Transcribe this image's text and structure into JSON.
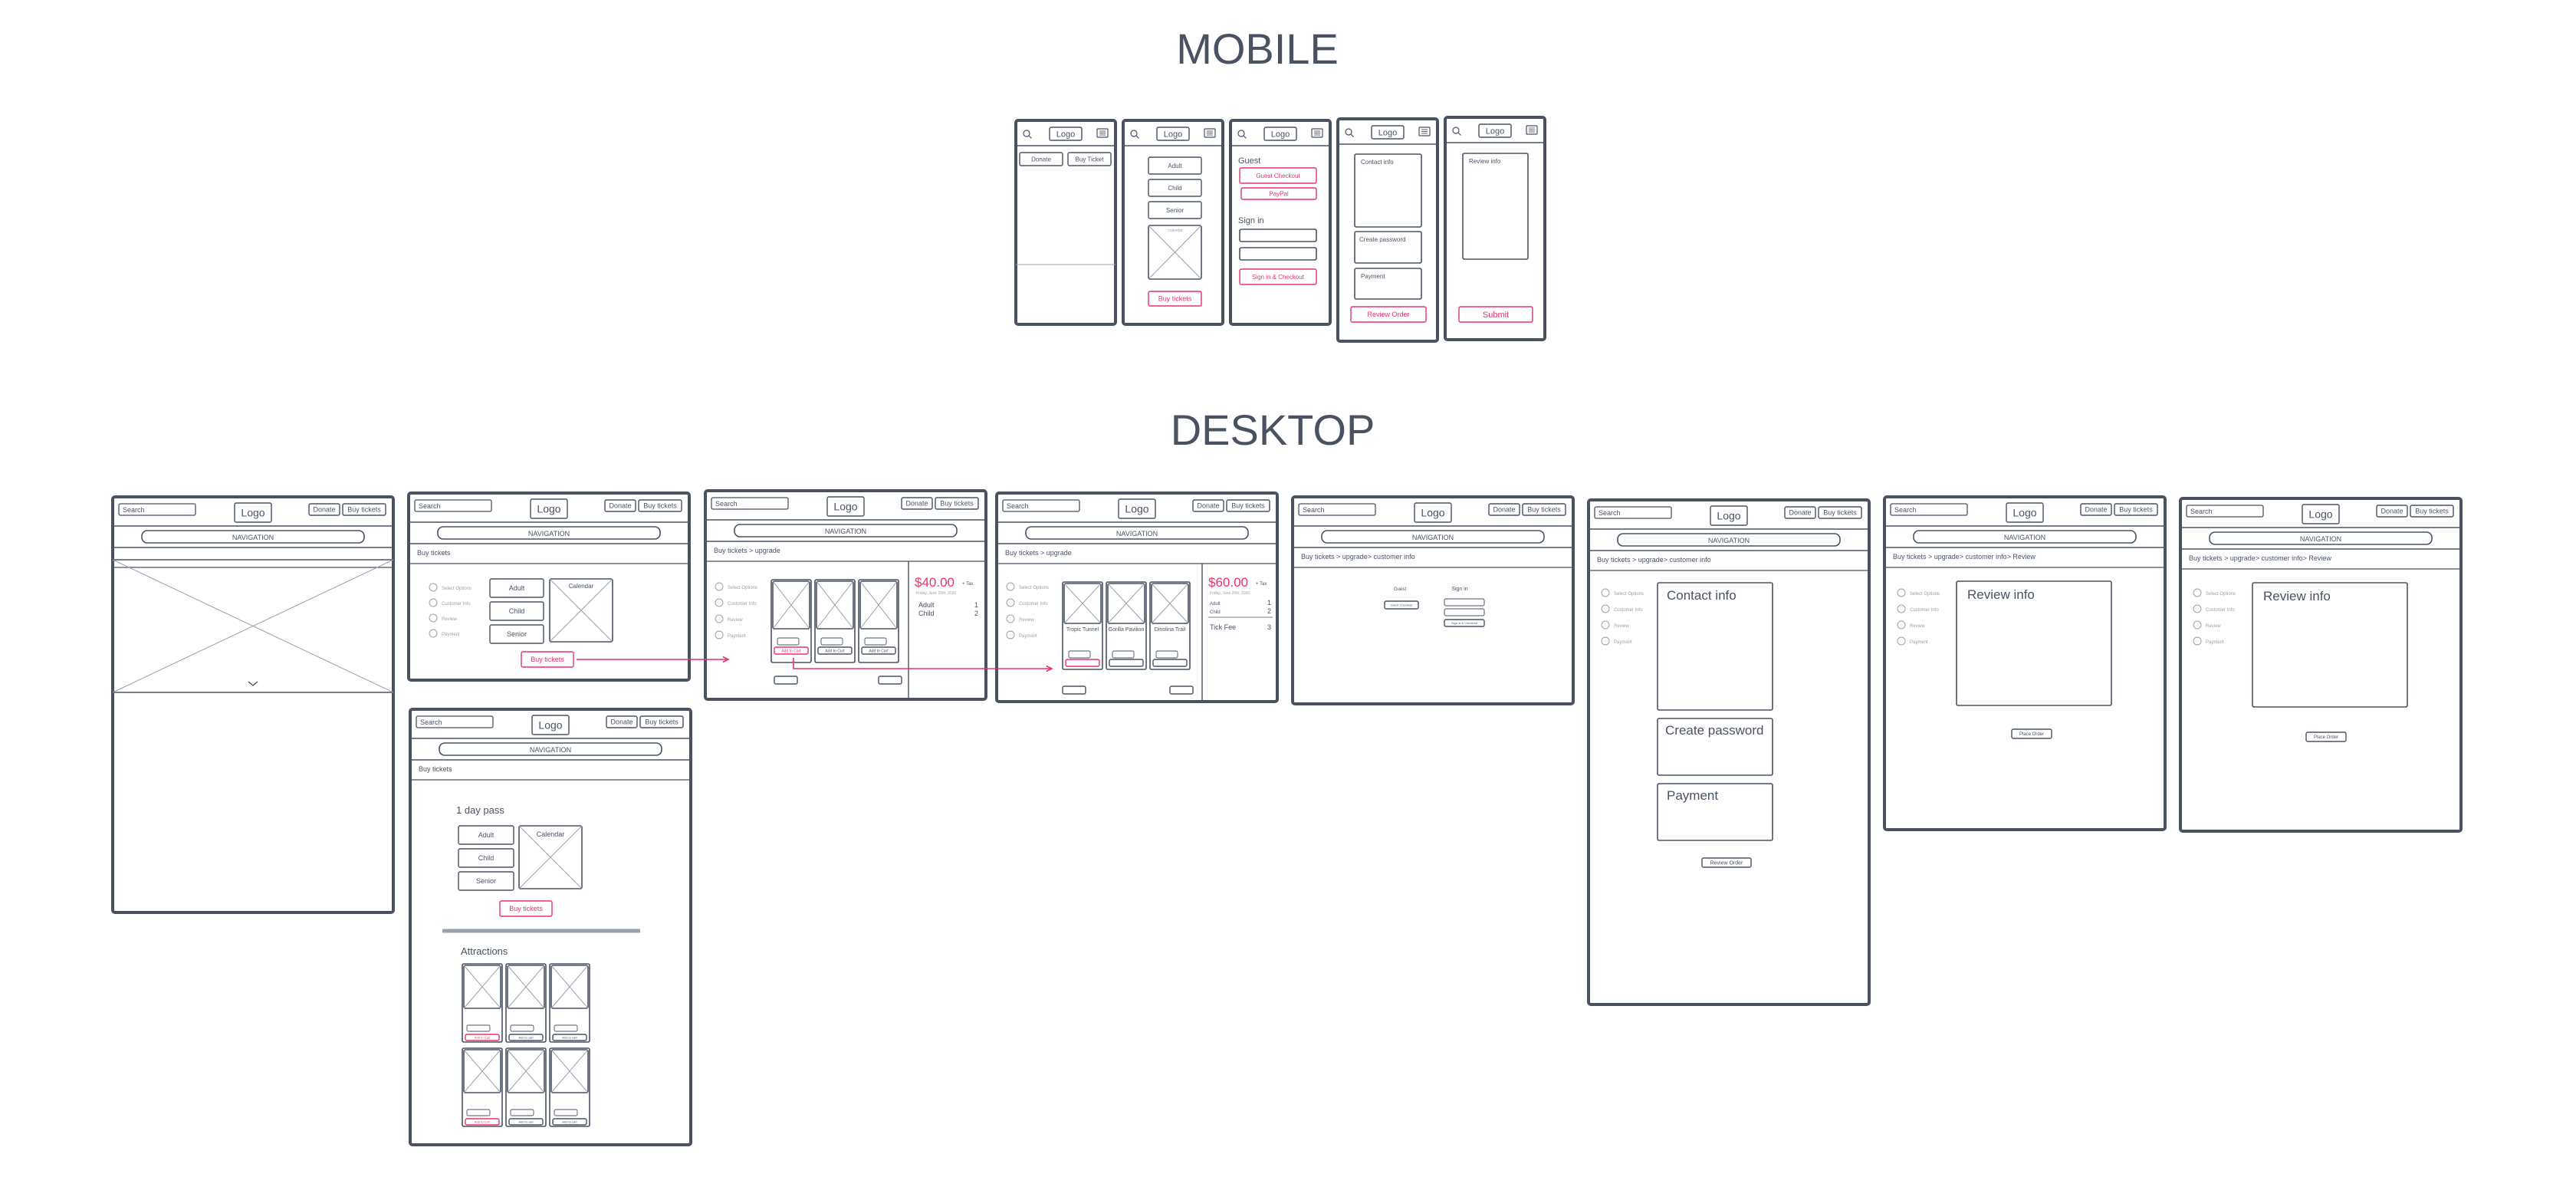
{
  "headings": {
    "mobile": "MOBILE",
    "desktop": "DESKTOP"
  },
  "common": {
    "logo": "Logo",
    "search": "Search",
    "donate": "Donate",
    "buy_tickets": "Buy tickets",
    "navigation": "NAVIGATION"
  },
  "mobile_screens": [
    {
      "id": "m1",
      "buttons": [
        "Donate",
        "Buy Ticket"
      ]
    },
    {
      "id": "m2",
      "options": [
        "Adult",
        "Child",
        "Senior"
      ],
      "calendar": "calendar",
      "cta": "Buy tickets"
    },
    {
      "id": "m3",
      "guest_label": "Guest",
      "guest_checkout": "Guest Checkout",
      "paypal": "PayPal",
      "signin_label": "Sign in",
      "signin_checkout": "Sign in & Checkout"
    },
    {
      "id": "m4",
      "panels": [
        "Contact info",
        "Create password",
        "Payment"
      ],
      "cta": "Review Order"
    },
    {
      "id": "m5",
      "panel": "Review info",
      "cta": "Submit"
    }
  ],
  "desktop_screens": [
    {
      "id": "d1",
      "breadcrumb": ""
    },
    {
      "id": "d2",
      "breadcrumb": "Buy tickets",
      "steps": [
        "Select Options",
        "Customer Info",
        "Review",
        "Payment"
      ],
      "options": [
        "Adult",
        "Child",
        "Senior"
      ],
      "calendar": "Calendar",
      "cta": "Buy tickets"
    },
    {
      "id": "d3",
      "breadcrumb": "Buy tickets > upgrade",
      "steps": [
        "Select Options",
        "Customer Info",
        "Review",
        "Payment"
      ],
      "price": "$40.00",
      "price_tax": "+ Tax",
      "price_date": "Friday, June 26th, 2020",
      "summary": [
        {
          "label": "Adult",
          "value": "1"
        },
        {
          "label": "Child",
          "value": "2"
        }
      ],
      "card_buttons": [
        "Add to Cart",
        "Add to Cart",
        "Add to Cart"
      ]
    },
    {
      "id": "d4",
      "breadcrumb": "Buy tickets > upgrade",
      "steps": [
        "Select Options",
        "Customer Info",
        "Review",
        "Payment"
      ],
      "price": "$60.00",
      "price_tax": "+ Tax",
      "price_date": "Friday, June 26th, 2020",
      "summary": [
        {
          "label": "Adult",
          "value": "1"
        },
        {
          "label": "Child",
          "value": "2"
        }
      ],
      "ticket_fee": "Tick Fee",
      "ticket_fee_value": "3",
      "cards": [
        "Tropic Tunnel",
        "Gorilla Pavilion",
        "Dinolina Trail"
      ]
    },
    {
      "id": "d5",
      "breadcrumb": "Buy tickets > upgrade> customer info",
      "guest": "Guest",
      "guest_btn": "Guest Checkout",
      "signin": "Sign in",
      "signin_btn": "Sign in & Checkout"
    },
    {
      "id": "d6",
      "breadcrumb": "Buy tickets > upgrade> customer info",
      "steps": [
        "Select Options",
        "Customer Info",
        "Review",
        "Payment"
      ],
      "panels": [
        "Contact info",
        "Create password",
        "Payment"
      ],
      "cta": "Review Order"
    },
    {
      "id": "d7",
      "breadcrumb": "Buy tickets > upgrade> customer info> Review",
      "steps": [
        "Select Options",
        "Customer Info",
        "Review",
        "Payment"
      ],
      "panel": "Review info",
      "cta": "Place Order"
    },
    {
      "id": "d8",
      "breadcrumb": "Buy tickets > upgrade> customer info> Review",
      "steps": [
        "Select Options",
        "Customer Info",
        "Review",
        "Payment"
      ],
      "panel": "Review info",
      "cta": "Place Order"
    },
    {
      "id": "d9",
      "breadcrumb": "Buy tickets",
      "pass": "1 day pass",
      "options": [
        "Adult",
        "Child",
        "Senior"
      ],
      "calendar": "Calendar",
      "cta": "Buy tickets",
      "attractions": "Attractions",
      "card_button": "Add to Cart",
      "card_secondary": "Add to cart"
    }
  ],
  "colors": {
    "ink": "#4a5262",
    "accent": "#e8336a",
    "muted": "#9aa0ab"
  }
}
